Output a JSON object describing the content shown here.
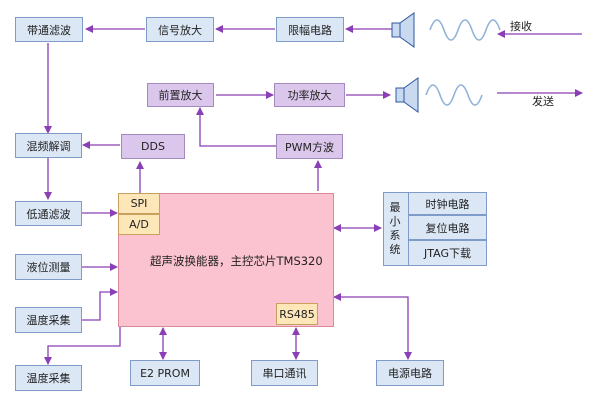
{
  "receive_chain": {
    "bandpass": "带通滤波",
    "amplifier": "信号放大",
    "limiter": "限幅电路",
    "label": "接收"
  },
  "transmit_chain": {
    "preamp": "前置放大",
    "power_amp": "功率放大",
    "label": "发送"
  },
  "left_column": {
    "mixer": "混频解调",
    "lowpass": "低通滤波",
    "level": "液位测量",
    "temp_a": "温度采集",
    "temp_b": "温度采集"
  },
  "dds": "DDS",
  "pwm": "PWM方波",
  "mcu": {
    "title": "超声波换能器，主控芯片TMS320",
    "spi": "SPI",
    "ad": "A/D",
    "rs485": "RS485"
  },
  "bottom": {
    "e2prom": "E2 PROM",
    "serial": "串口通讯",
    "power": "电源电路"
  },
  "min_system": {
    "label": "最小系统",
    "clock": "时钟电路",
    "reset": "复位电路",
    "jtag": "JTAG下载"
  },
  "colors": {
    "arrow": "#8a3fb4",
    "blue_fill": "#dbe7f5",
    "purple_fill": "#dcc7ec",
    "mcu_fill": "#fbc3cf",
    "port_fill": "#fde6b8"
  }
}
